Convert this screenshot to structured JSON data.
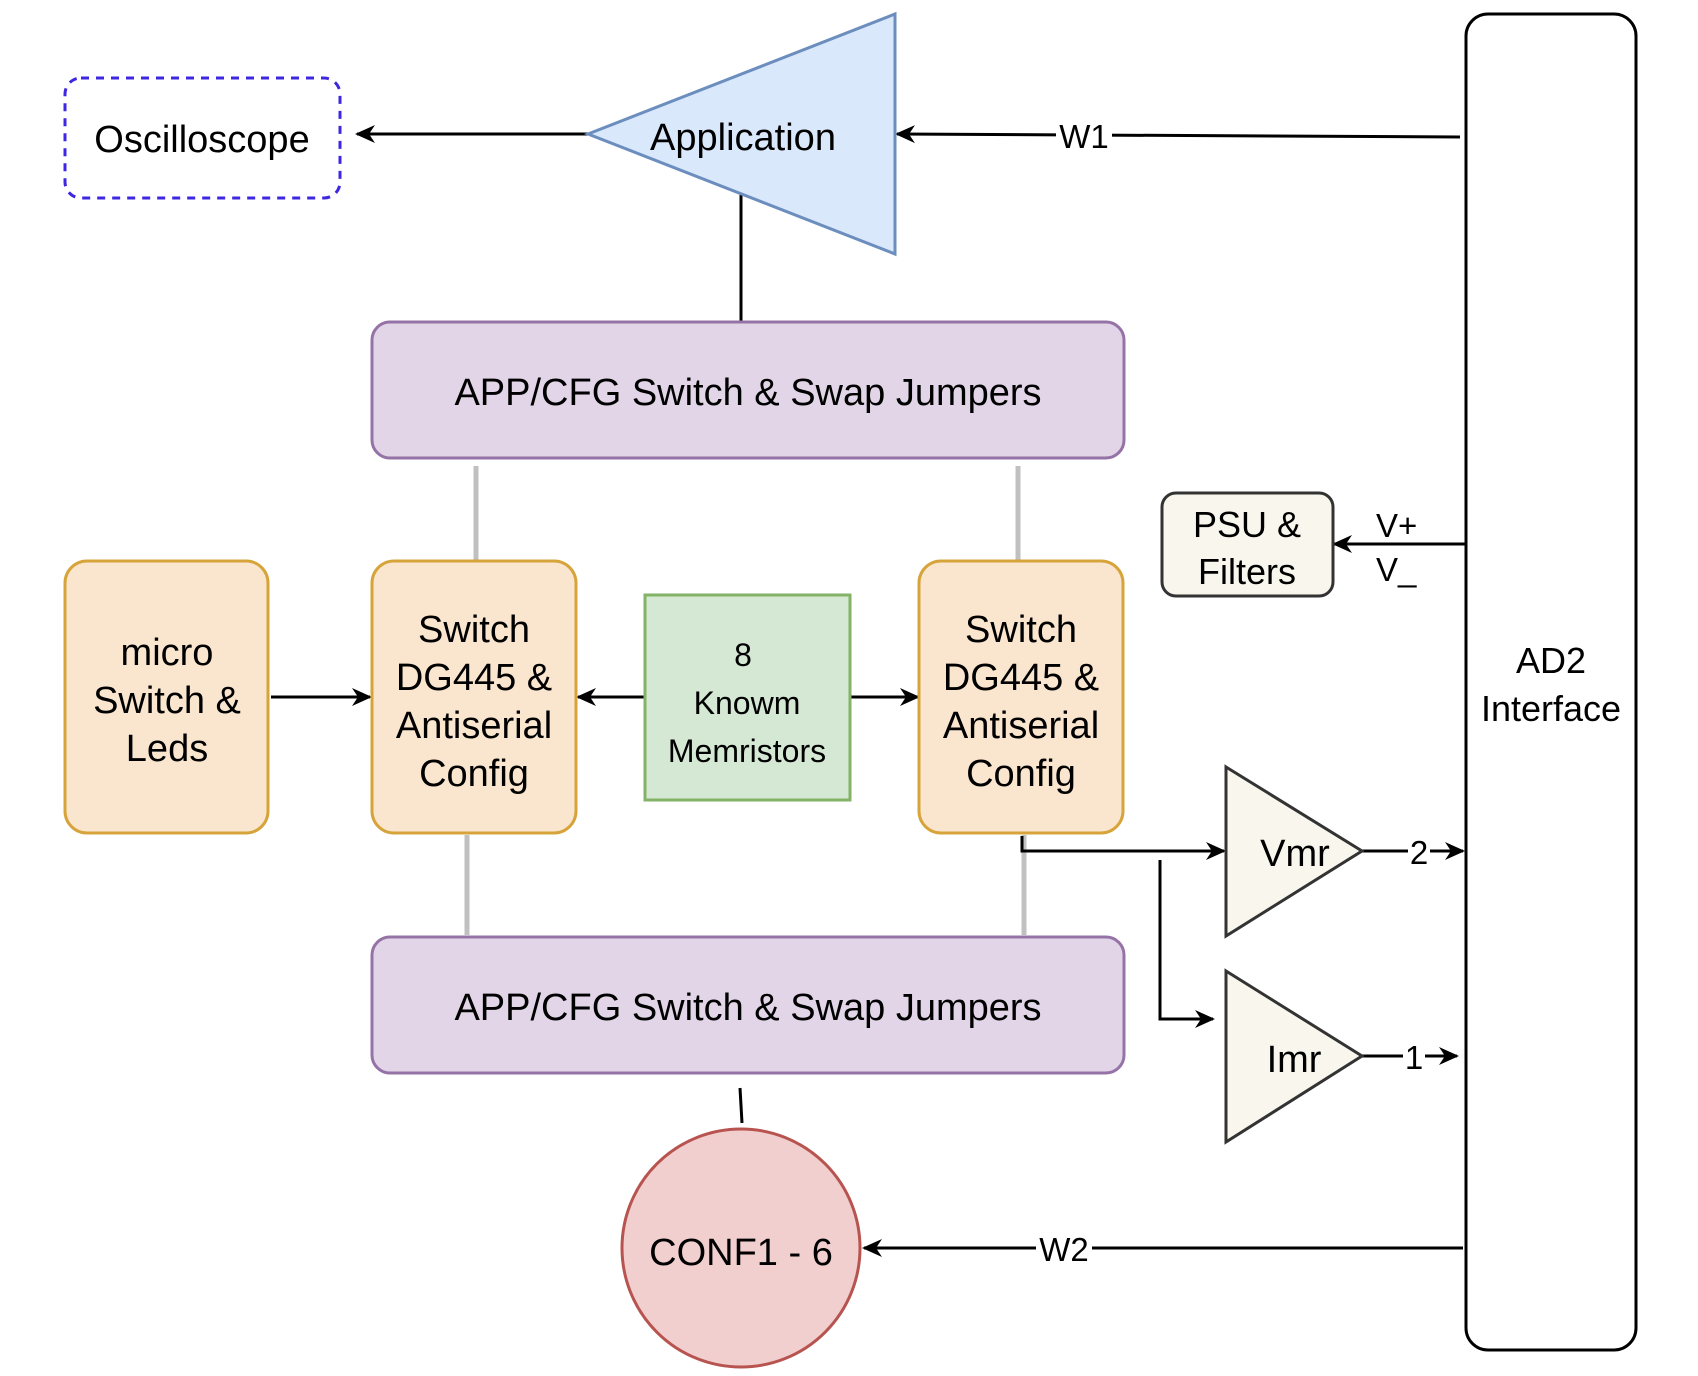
{
  "nodes": {
    "oscilloscope": {
      "label": "Oscilloscope"
    },
    "application": {
      "label": "Application"
    },
    "ad2": {
      "lines": [
        "AD2",
        "Interface"
      ]
    },
    "top_jumpers": {
      "label": "APP/CFG Switch & Swap Jumpers"
    },
    "bottom_jumpers": {
      "label": "APP/CFG Switch & Swap Jumpers"
    },
    "psu": {
      "lines": [
        "PSU &",
        "Filters"
      ]
    },
    "micro": {
      "lines": [
        "micro",
        "Switch &",
        "Leds"
      ]
    },
    "switch_left": {
      "lines": [
        "Switch",
        "DG445 &",
        "Antiserial",
        "Config"
      ]
    },
    "switch_right": {
      "lines": [
        "Switch",
        "DG445 &",
        "Antiserial",
        "Config"
      ]
    },
    "memristors": {
      "lines": [
        "8",
        "Knowm",
        "Memristors"
      ]
    },
    "vmr": {
      "label": "Vmr"
    },
    "imr": {
      "label": "Imr"
    },
    "conf": {
      "label": "CONF1 - 6"
    }
  },
  "edges": {
    "w1": {
      "label": "W1"
    },
    "w2": {
      "label": "W2"
    },
    "vplus": {
      "label": "V+"
    },
    "vminus": {
      "label": "V_"
    },
    "ch2": {
      "label": "2"
    },
    "ch1": {
      "label": "1"
    }
  },
  "colors": {
    "stroke": "#000000",
    "application_fill": "#dae8fc",
    "application_stroke": "#6c8ebf",
    "purple_fill": "#e1d5e7",
    "purple_stroke": "#9673a6",
    "orange_fill": "#fae6cf",
    "orange_stroke": "#d6a43a",
    "green_fill": "#d5e8d4",
    "green_stroke": "#82b366",
    "psu_fill": "#f9f7ed",
    "amp_fill": "#f9f7ed",
    "red_fill": "#f2cfcf",
    "red_stroke": "#b85450",
    "osc_stroke": "#3d27e0",
    "gray_line": "#c0c0c0"
  }
}
